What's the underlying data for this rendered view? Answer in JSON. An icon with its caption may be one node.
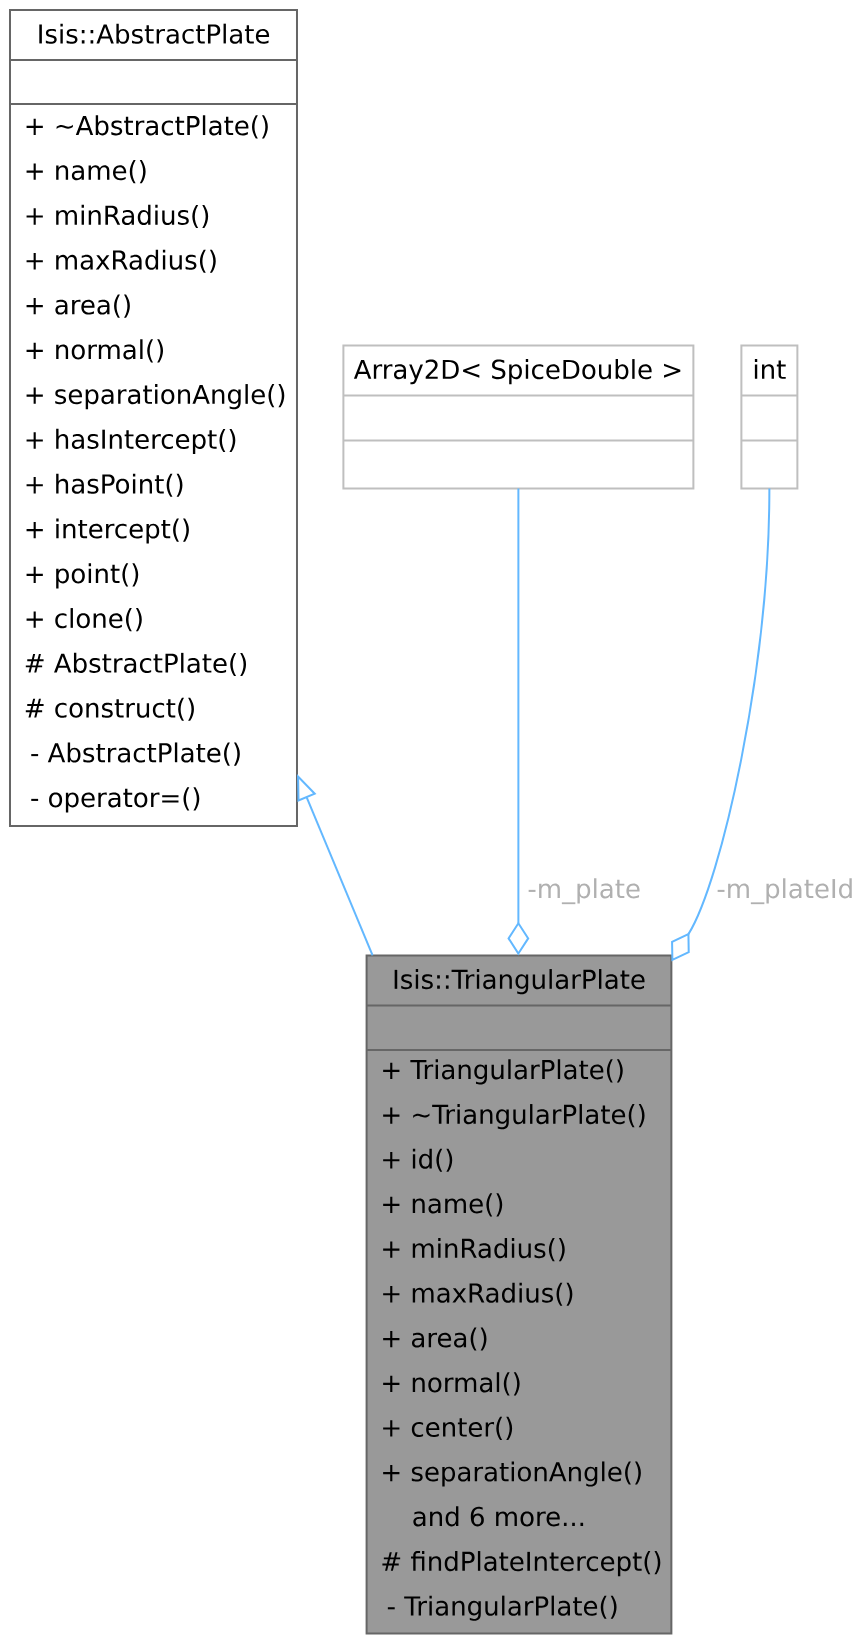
{
  "diagram": {
    "nodes": [
      {
        "text": [
          "Isis::AbstractPlate",
          "+ ~AbstractPlate()",
          "+ name()",
          "+ minRadius()",
          "+ maxRadius()",
          "+ area()",
          "+ normal()",
          "+ separationAngle()",
          "+ hasIntercept()",
          "+ hasPoint()",
          "+ intercept()",
          "+ point()",
          "+ clone()",
          "# AbstractPlate()",
          "# construct()",
          "- AbstractPlate()",
          "- operator=()"
        ]
      },
      {
        "text": [
          "Array2D< SpiceDouble >"
        ]
      },
      {
        "text": [
          "int"
        ]
      },
      {
        "text": [
          "Isis::TriangularPlate",
          "+ TriangularPlate()",
          "+ ~TriangularPlate()",
          "+ id()",
          "+ name()",
          "+ minRadius()",
          "+ maxRadius()",
          "+ area()",
          "+ normal()",
          "+ center()",
          "+ separationAngle()",
          "and 6 more...",
          "# findPlateIntercept()",
          "- TriangularPlate()"
        ]
      }
    ],
    "edges": [
      {
        "from": 3,
        "to": 0,
        "arrow": "to"
      },
      {
        "from": 1,
        "to": 3,
        "arrow": "other",
        "label": "-m_plate"
      },
      {
        "from": 2,
        "to": 3,
        "arrow": "other",
        "label": "-m_plateId"
      }
    ]
  }
}
